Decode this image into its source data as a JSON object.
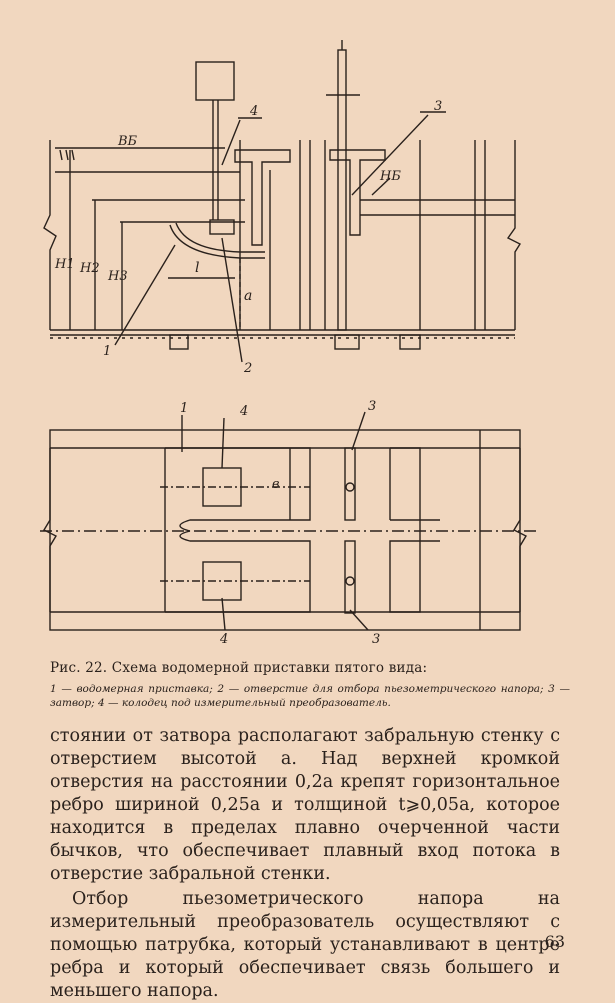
{
  "figure": {
    "top_labels": {
      "vb": "ВБ",
      "nb": "НБ",
      "h1": "H1",
      "h2": "H2",
      "h3": "H3",
      "l": "l",
      "a": "a",
      "n1": "1",
      "n2": "2",
      "n3": "3",
      "n4": "4"
    },
    "plan_labels": {
      "n1": "1",
      "n4_top": "4",
      "n3_top": "3",
      "b": "в",
      "n4_bottom": "4",
      "n3_bottom": "3"
    }
  },
  "caption": {
    "title": "Рис. 22. Схема водомерной приставки пятого вида:",
    "legend": "1 — водомерная приставка; 2 — отверстие для отбора пьезометрического напора; 3 — затвор; 4 — колодец под измерительный преобразователь."
  },
  "body": {
    "para1": "стоянии от затвора располагают забральную стенку с отверстием высотой a. Над верхней кромкой отверстия на расстоянии 0,2a крепят горизонтальное ребро шириной 0,25a и толщиной t⩾0,05a, которое находится в пределах плавно очерченной части бычков, что обеспечивает плавный вход потока в отверстие забральной стенки.",
    "para2": "Отбор пьезометрического напора на измерительный преобразователь осуществляют с помощью патрубка, который устанавливают в центре ребра и который обеспечивает связь большего и меньшего напора."
  },
  "page_number": "63"
}
